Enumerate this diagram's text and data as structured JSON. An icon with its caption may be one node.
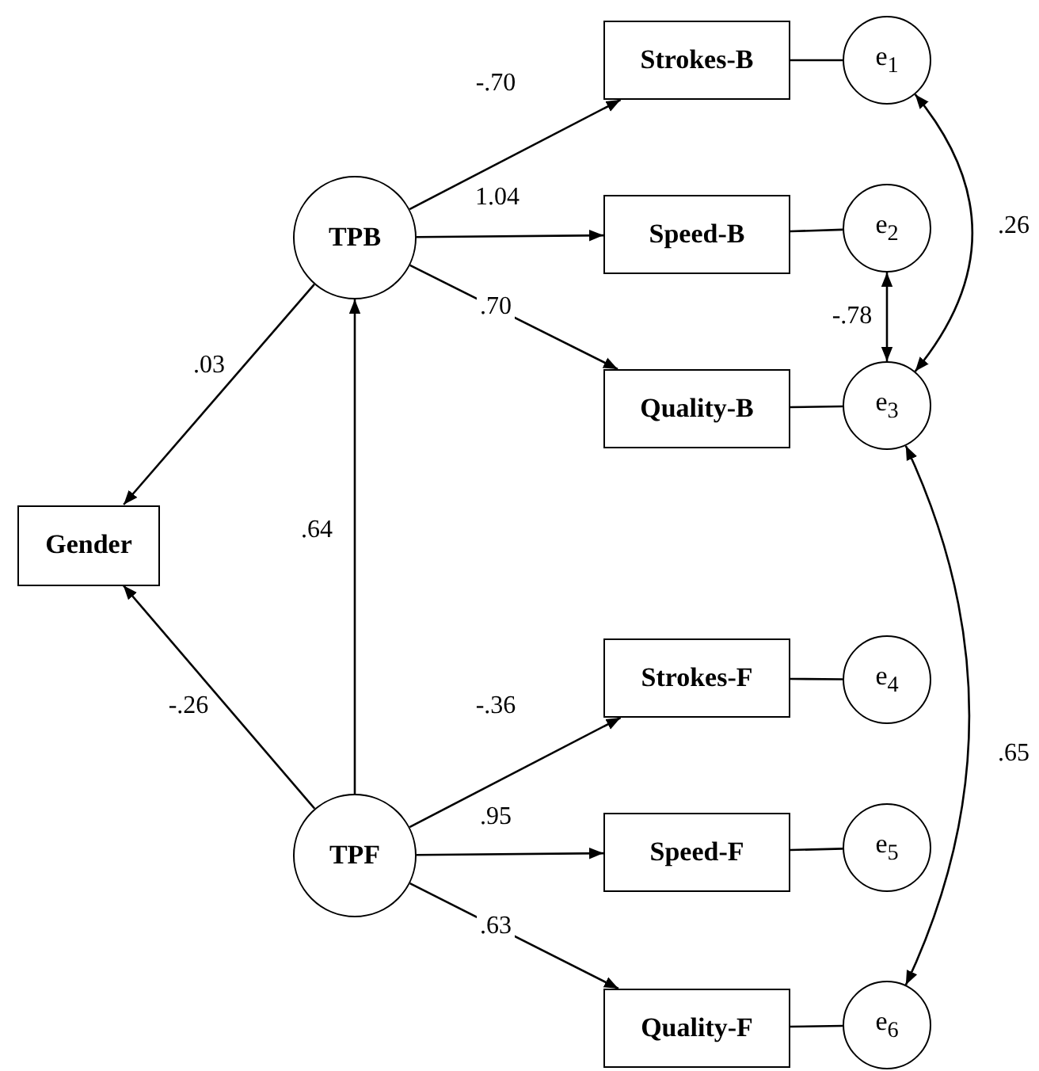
{
  "diagram": {
    "nodes": [
      {
        "text": [
          "TPB"
        ]
      },
      {
        "text": [
          "Strokes-B"
        ]
      },
      {
        "text": [
          "e$_{1}$"
        ]
      },
      {
        "text": [
          "Speed-B"
        ]
      },
      {
        "text": [
          "e$_{2}$"
        ]
      },
      {
        "text": [
          "Quality-B"
        ]
      },
      {
        "text": [
          "e$_{3}$"
        ]
      },
      {
        "text": [
          "Gender"
        ]
      },
      {
        "text": [
          "Strokes-F"
        ]
      },
      {
        "text": [
          "e$_{4}$"
        ]
      },
      {
        "text": [
          "TPF"
        ]
      },
      {
        "text": [
          "Speed-F"
        ]
      },
      {
        "text": [
          "e$_{5}$"
        ]
      },
      {
        "text": [
          "Quality-F"
        ]
      },
      {
        "text": [
          "e$_{6}$"
        ]
      }
    ],
    "edges": [
      {
        "from": 0,
        "to": 1,
        "arrow": "to",
        "label": "-.70"
      },
      {
        "from": 0,
        "to": 3,
        "arrow": "to",
        "label": "1.04"
      },
      {
        "from": 0,
        "to": 5,
        "arrow": "to",
        "label": ".70"
      },
      {
        "from": 0,
        "to": 7,
        "arrow": "to",
        "label": ".03"
      },
      {
        "from": 10,
        "to": 0,
        "arrow": "to",
        "label": ".64"
      },
      {
        "from": 10,
        "to": 7,
        "arrow": "to",
        "label": "-.26"
      },
      {
        "from": 10,
        "to": 8,
        "arrow": "to",
        "label": "-.36"
      },
      {
        "from": 10,
        "to": 11,
        "arrow": "to",
        "label": ".95"
      },
      {
        "from": 10,
        "to": 13,
        "arrow": "to",
        "label": ".63"
      },
      {
        "from": 1,
        "to": 2,
        "arrow": "none"
      },
      {
        "from": 3,
        "to": 4,
        "arrow": "none"
      },
      {
        "from": 5,
        "to": 6,
        "arrow": "none"
      },
      {
        "from": 8,
        "to": 9,
        "arrow": "none"
      },
      {
        "from": 11,
        "to": 12,
        "arrow": "none"
      },
      {
        "from": 13,
        "to": 14,
        "arrow": "none"
      },
      {
        "from": 4,
        "to": 6,
        "arrow": "both",
        "label": "-.78"
      },
      {
        "from": 2,
        "to": 6,
        "arrow": "both",
        "label": ".26"
      },
      {
        "from": 6,
        "to": 14,
        "arrow": "both",
        "label": ".65"
      }
    ]
  }
}
